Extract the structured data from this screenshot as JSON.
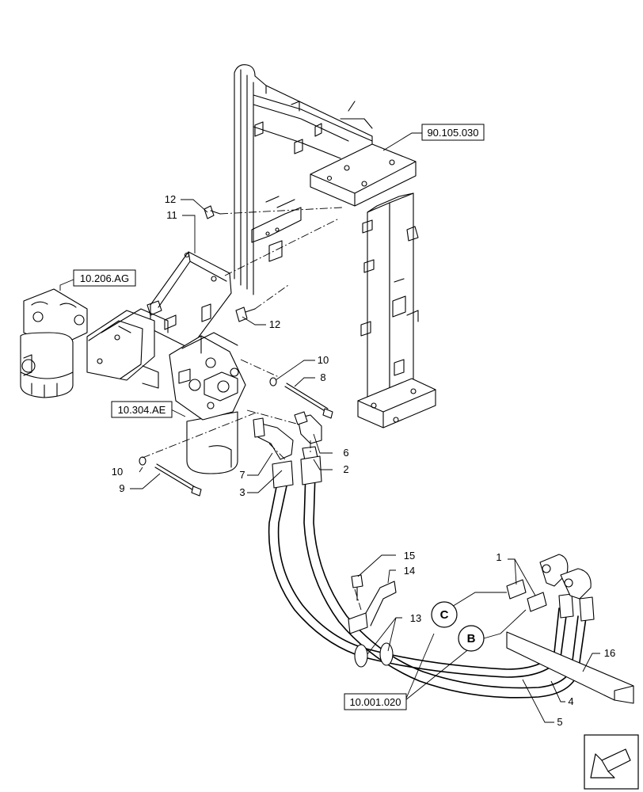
{
  "references": {
    "frame": "90.105.030",
    "filter_head": "10.206.AG",
    "filter_cartridge": "10.304.AE",
    "connection": "10.001.020"
  },
  "callouts": {
    "c1": "1",
    "c2": "2",
    "c3": "3",
    "c4": "4",
    "c5": "5",
    "c6": "6",
    "c7": "7",
    "c8": "8",
    "c9": "9",
    "c10a": "10",
    "c10b": "10",
    "c11": "11",
    "c12a": "12",
    "c12b": "12",
    "c13": "13",
    "c14": "14",
    "c15": "15",
    "c16": "16"
  },
  "circle_labels": {
    "b": "B",
    "c": "C"
  },
  "icons": {
    "corner": "arrow-icon"
  }
}
